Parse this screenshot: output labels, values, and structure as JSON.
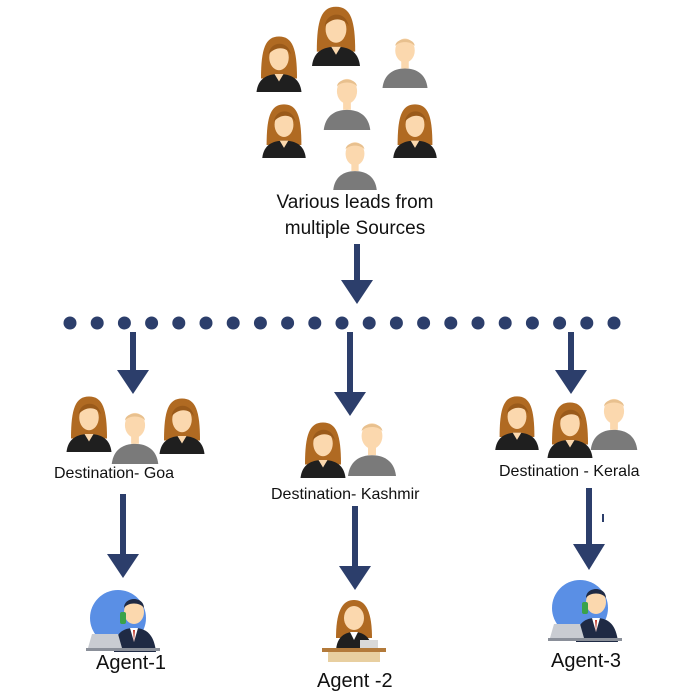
{
  "sources": {
    "line1": "Various leads from",
    "line2": "multiple Sources"
  },
  "destinations": [
    {
      "label": "Destination- Goa"
    },
    {
      "label": "Destination- Kashmir"
    },
    {
      "label": "Destination -  Kerala"
    }
  ],
  "agents": [
    {
      "label": "Agent-1"
    },
    {
      "label": "Agent -2"
    },
    {
      "label": "Agent-3"
    }
  ],
  "colors": {
    "arrow": "#2c3e6b",
    "hair": "#b06a22",
    "skin": "#fbd8ae",
    "suit_dark": "#1f1f1f",
    "shirt_gray": "#7a7a7a",
    "agent_bg": "#3d7be0"
  }
}
